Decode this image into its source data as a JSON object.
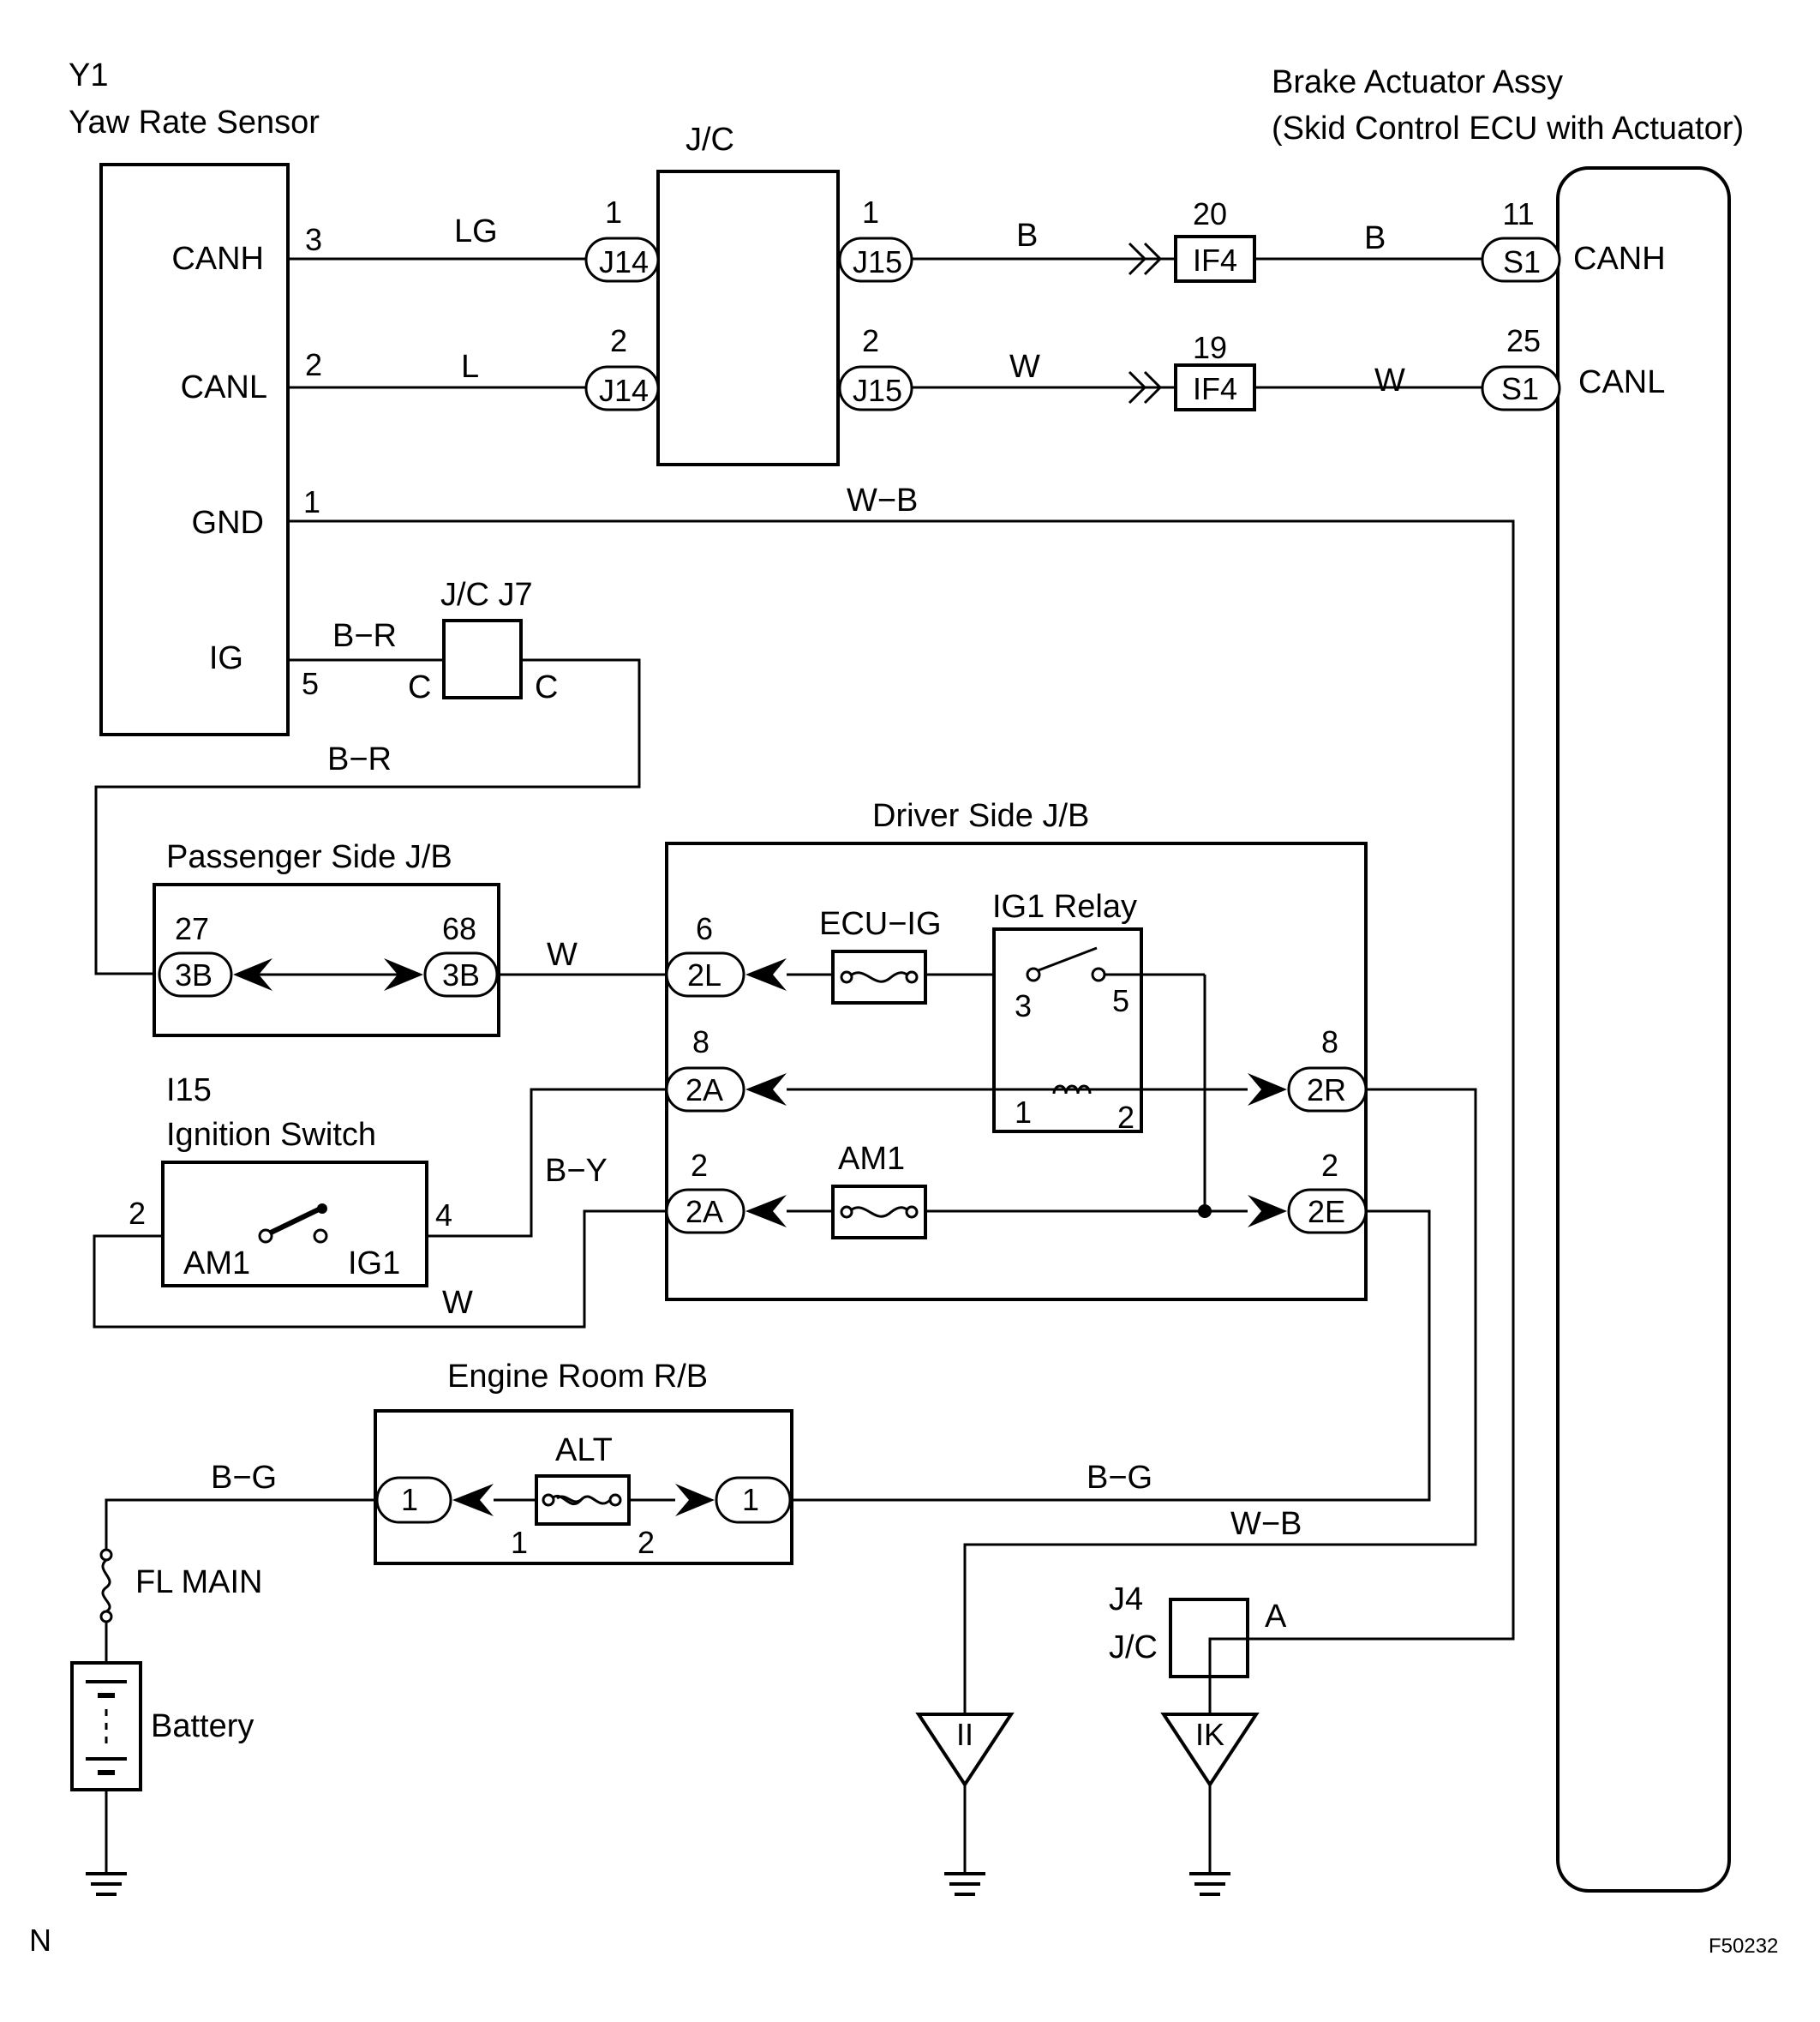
{
  "yaw_sensor": {
    "code": "Y1",
    "name": "Yaw Rate Sensor",
    "pins": {
      "canh": "CANH",
      "canl": "CANL",
      "gnd": "GND",
      "ig": "IG"
    },
    "pin_numbers": {
      "canh": "3",
      "canl": "2",
      "gnd": "1",
      "ig": "5"
    }
  },
  "jc": {
    "title": "J/C",
    "conn_left": "J14",
    "conn_right": "J15",
    "pin1": "1",
    "pin2": "2"
  },
  "actuator": {
    "title": "Brake Actuator Assy",
    "subtitle": "(Skid Control ECU with Actuator)",
    "connector": "S1",
    "pins": {
      "canh": "CANH",
      "canl": "CANL"
    },
    "pin_numbers": {
      "canh": "11",
      "canl": "25"
    }
  },
  "if4": {
    "label": "IF4",
    "pin_canh": "20",
    "pin_canl": "19"
  },
  "wires": {
    "lg": "LG",
    "l": "L",
    "b1": "B",
    "b2": "B",
    "w1": "W",
    "w2": "W",
    "gnd_wb": "W−B",
    "ig_br": "B−R",
    "br2": "B−R",
    "pass_w": "W",
    "ign_by": "B−Y",
    "ign_w": "W",
    "bat_bg": "B−G",
    "alt_bg": "B−G",
    "gnd_wb2": "W−B"
  },
  "jc_j7": {
    "title": "J/C J7",
    "pin_left": "C",
    "pin_right": "C"
  },
  "passenger_jb": {
    "title": "Passenger Side J/B",
    "connector": "3B",
    "pin_left": "27",
    "pin_right": "68"
  },
  "driver_jb": {
    "title": "Driver Side J/B",
    "conn_2l": "2L",
    "conn_2a": "2A",
    "conn_2a2": "2A",
    "conn_2r": "2R",
    "conn_2e": "2E",
    "pin_2l": "6",
    "pin_2a": "8",
    "pin_2a2": "2",
    "pin_2r": "8",
    "pin_2e": "2",
    "fuse_ecu": "ECU−IG",
    "fuse_am1": "AM1",
    "relay": "IG1 Relay",
    "relay_p3": "3",
    "relay_p5": "5",
    "relay_p1": "1",
    "relay_p2": "2"
  },
  "ignition": {
    "code": "I15",
    "name": "Ignition Switch",
    "pin_left": "2",
    "pin_right": "4",
    "term_left": "AM1",
    "term_right": "IG1"
  },
  "engine_rb": {
    "title": "Engine Room R/B",
    "fuse": "ALT",
    "conn": "1",
    "conn2": "1",
    "pin1": "1",
    "pin2": "2"
  },
  "fl_main": "FL MAIN",
  "battery": "Battery",
  "j4": {
    "code": "J4",
    "title": "J/C",
    "pin": "A"
  },
  "grounds": {
    "ii": "II",
    "ik": "IK"
  },
  "footer": {
    "left": "N",
    "right": "F50232"
  }
}
